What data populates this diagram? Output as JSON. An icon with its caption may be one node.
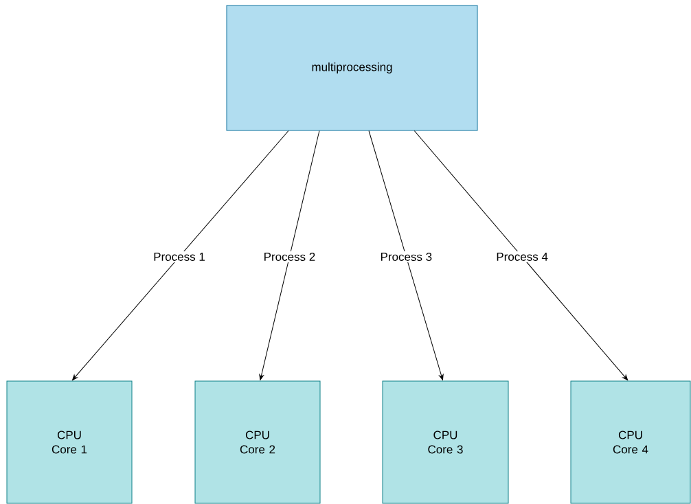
{
  "diagram": {
    "nodes": [
      {
        "text": [
          "multiprocessing"
        ]
      },
      {
        "text": [
          "CPU Core 1"
        ]
      },
      {
        "text": [
          "CPU Core 2"
        ]
      },
      {
        "text": [
          "CPU Core 3"
        ]
      },
      {
        "text": [
          "CPU Core 4"
        ]
      }
    ],
    "edges": [
      {
        "from": 0,
        "to": 1,
        "arrow": "to",
        "label": "Process 1"
      },
      {
        "from": 0,
        "to": 2,
        "arrow": "to",
        "label": "Process 2"
      },
      {
        "from": 0,
        "to": 3,
        "arrow": "to",
        "label": "Process 3"
      },
      {
        "from": 0,
        "to": 4,
        "arrow": "to",
        "label": "Process 4"
      }
    ]
  }
}
